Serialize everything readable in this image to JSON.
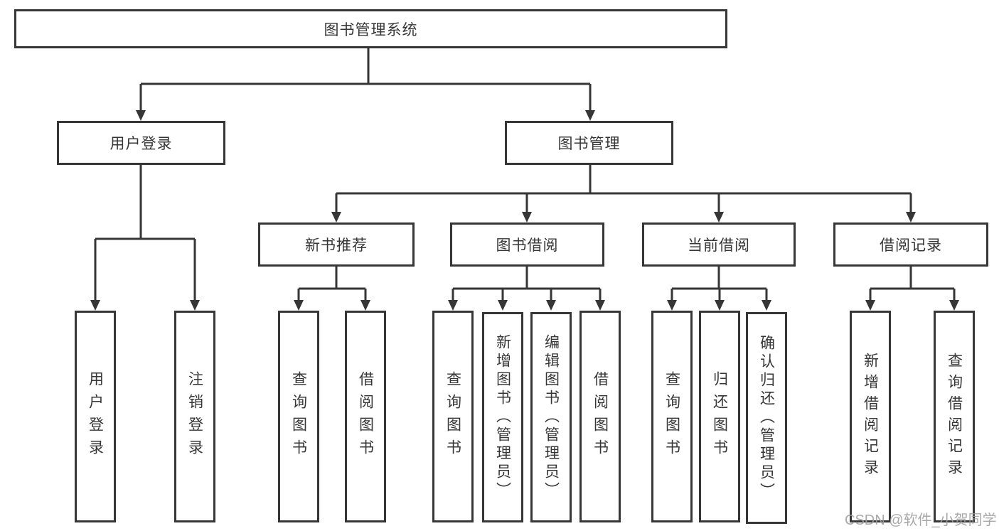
{
  "diagram_title": "图书管理系统",
  "colors": {
    "line": "#363636",
    "text": "#363636",
    "background": "#ffffff",
    "watermark": "#9f9f9f"
  },
  "tree": {
    "root": {
      "label": "图书管理系统"
    },
    "level2": {
      "user_login": {
        "label": "用户登录"
      },
      "book_mgmt": {
        "label": "图书管理"
      }
    },
    "level3": {
      "new_book_rec": {
        "label": "新书推荐"
      },
      "book_borrow": {
        "label": "图书借阅"
      },
      "current_borrow": {
        "label": "当前借阅"
      },
      "borrow_records": {
        "label": "借阅记录"
      }
    },
    "leaves": {
      "user_login_leaf": {
        "label": "用户登录",
        "parent": "用户登录"
      },
      "logout_leaf": {
        "label": "注销登录",
        "parent": "用户登录"
      },
      "rec_query_book": {
        "label": "查询图书",
        "parent": "新书推荐"
      },
      "rec_borrow_book": {
        "label": "借阅图书",
        "parent": "新书推荐"
      },
      "bb_query_book": {
        "label": "查询图书",
        "parent": "图书借阅"
      },
      "bb_add_book": {
        "label": "新增图书（管理员）",
        "parent": "图书借阅"
      },
      "bb_edit_book": {
        "label": "编辑图书（管理员）",
        "parent": "图书借阅"
      },
      "bb_borrow_book": {
        "label": "借阅图书",
        "parent": "图书借阅"
      },
      "cb_query_book": {
        "label": "查询图书",
        "parent": "当前借阅"
      },
      "cb_return_book": {
        "label": "归还图书",
        "parent": "当前借阅"
      },
      "cb_confirm_return": {
        "label": "确认归还（管理员）",
        "parent": "当前借阅"
      },
      "br_add_record": {
        "label": "新增借阅记录",
        "parent": "借阅记录"
      },
      "br_query_record": {
        "label": "查询借阅记录",
        "parent": "借阅记录"
      }
    }
  },
  "watermark": "CSDN @软件_小贺同学"
}
